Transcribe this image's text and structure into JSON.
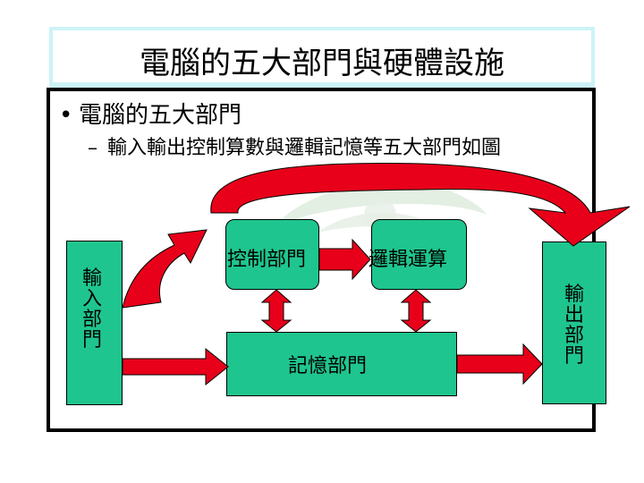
{
  "slide": {
    "title": "電腦的五大部門與硬體設施",
    "bullet_level1": {
      "marker": "•",
      "text": "電腦的五大部門"
    },
    "bullet_level2": {
      "marker": "–",
      "text": "輸入輸出控制算數與邏輯記憶等五大部門如圖"
    }
  },
  "diagram": {
    "input_unit_label": "輸入部門",
    "control_unit_label": "控制部門",
    "alu_label": "邏輯運算",
    "memory_unit_label": "記憶部門",
    "output_unit_label": "輸出部門"
  },
  "colors": {
    "box_fill": "#1fc58e",
    "arrow_fill": "#e8001a",
    "title_frame": "#ccf3f7"
  }
}
